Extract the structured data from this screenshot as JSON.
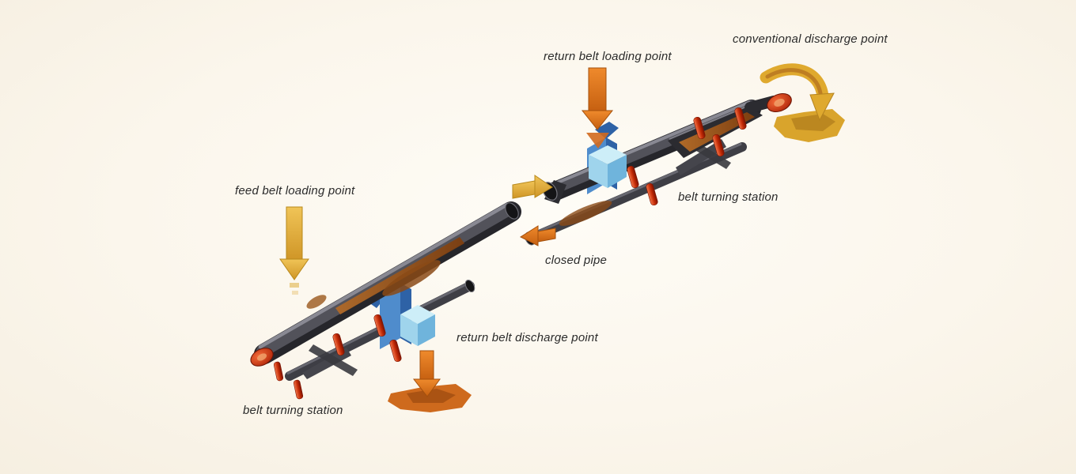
{
  "diagram": {
    "type": "pipe-conveyor-schematic",
    "labels": {
      "conventional_discharge": "conventional discharge point",
      "return_belt_loading": "return belt loading point",
      "feed_belt_loading": "feed belt loading point",
      "belt_turning_upper": "belt turning station",
      "closed_pipe": "closed pipe",
      "return_belt_discharge": "return belt discharge point",
      "belt_turning_lower": "belt turning station"
    },
    "colors": {
      "background": "#fbf6ec",
      "pipe_dark": "#26262b",
      "pipe_highlight": "#90909a",
      "material_brown": "#9a571c",
      "feed_yellow": "#e3b13a",
      "return_orange": "#dd7517",
      "station_blue": "#4f8ccc",
      "station_blue_light": "#cdeef8",
      "roller_red": "#cf2d0e",
      "label_text": "#2b2b2b"
    }
  }
}
